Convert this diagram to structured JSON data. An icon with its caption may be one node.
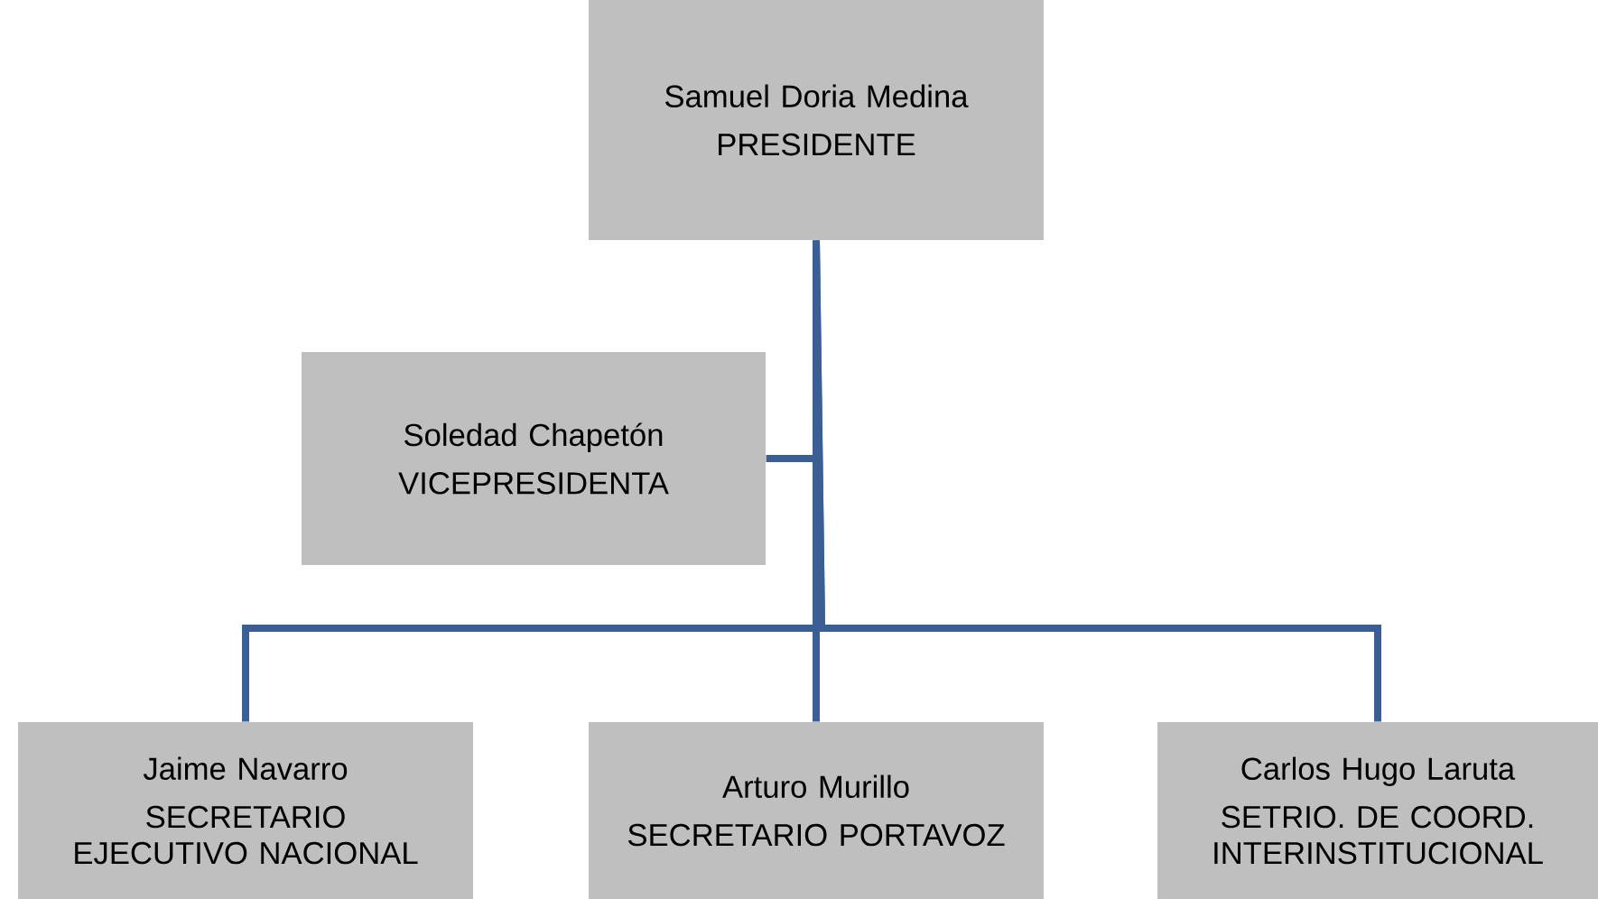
{
  "diagram": {
    "nodes": [
      {
        "text": [
          "Samuel Doria Medina",
          "PRESIDENTE"
        ]
      },
      {
        "text": [
          "Soledad Chapetón",
          "VICEPRESIDENTA"
        ]
      },
      {
        "text": [
          "Jaime Navarro",
          "SECRETARIO EJECUTIVO NACIONAL"
        ]
      },
      {
        "text": [
          "Arturo Murillo",
          "SECRETARIO PORTAVOZ"
        ]
      },
      {
        "text": [
          "Carlos Hugo Laruta",
          "SETRIO. DE COORD. INTERINSTITUCIONAL"
        ]
      }
    ],
    "edges": [
      {
        "from": 0,
        "to": 1,
        "arrow": "none"
      },
      {
        "from": 0,
        "to": 2,
        "arrow": "none"
      },
      {
        "from": 0,
        "to": 3,
        "arrow": "none"
      },
      {
        "from": 0,
        "to": 4,
        "arrow": "none"
      }
    ]
  }
}
